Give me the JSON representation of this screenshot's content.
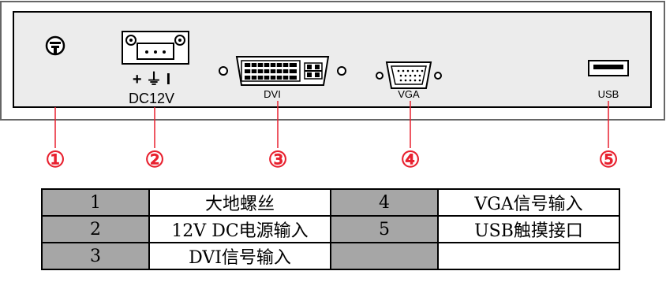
{
  "panel": {
    "power_symbols": "+ ⏚ I",
    "power_label": "DC12V",
    "dvi_label": "DVI",
    "vga_label": "VGA",
    "usb_label": "USB"
  },
  "callouts": [
    "①",
    "②",
    "③",
    "④",
    "⑤"
  ],
  "legend": {
    "rows": [
      [
        {
          "num": "1",
          "desc": "大地螺丝"
        },
        {
          "num": "4",
          "desc": "VGA信号输入"
        }
      ],
      [
        {
          "num": "2",
          "desc": "12V DC电源输入"
        },
        {
          "num": "5",
          "desc": "USB触摸接口"
        }
      ],
      [
        {
          "num": "3",
          "desc": "DVI信号输入"
        },
        {
          "num": "",
          "desc": ""
        }
      ]
    ]
  },
  "colors": {
    "callout": "#e8212f",
    "panel_fill": "#ececec",
    "number_cell": "#a6a6a6"
  }
}
